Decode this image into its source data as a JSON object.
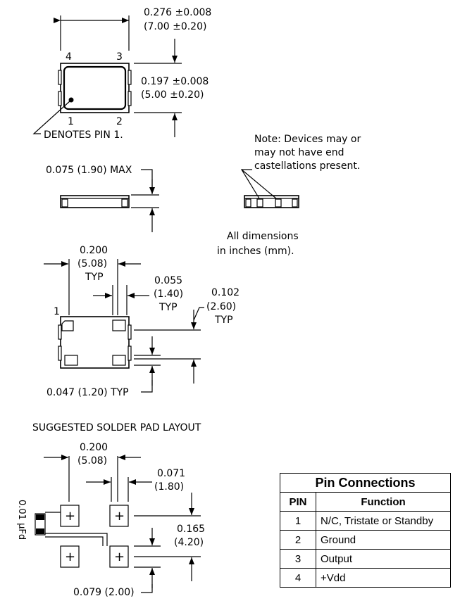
{
  "top_view": {
    "width_in": "0.276 ±0.008",
    "width_mm": "(7.00 ±0.20)",
    "height_in": "0.197 ±0.008",
    "height_mm": "(5.00 ±0.20)",
    "pin_4": "4",
    "pin_3": "3",
    "pin_1": "1",
    "pin_2": "2",
    "pin1_note": "DENOTES PIN 1."
  },
  "side_view": {
    "max_height": "0.075 (1.90) MAX",
    "note_line1": "Note:  Devices may or",
    "note_line2": "may not have end",
    "note_line3": "castellations present."
  },
  "dims_note": {
    "line1": "All dimensions",
    "line2": "in inches (mm)."
  },
  "bottom_view": {
    "pitch_in": "0.200",
    "pitch_mm": "(5.08)",
    "pitch_typ": "TYP",
    "pad_w_in": "0.055",
    "pad_w_mm": "(1.40)",
    "pad_w_typ": "TYP",
    "pad_pitch_v_in": "0.102",
    "pad_pitch_v_mm": "(2.60)",
    "pad_pitch_v_typ": "TYP",
    "pad_h": "0.047 (1.20) TYP",
    "pin_1": "1"
  },
  "solder_layout": {
    "title": "SUGGESTED SOLDER PAD LAYOUT",
    "pitch_in": "0.200",
    "pitch_mm": "(5.08)",
    "pad_w_in": "0.071",
    "pad_w_mm": "(1.80)",
    "pad_pitch_v_in": "0.165",
    "pad_pitch_v_mm": "(4.20)",
    "pad_h": "0.079 (2.00)",
    "cap_label": "0.01 µFd",
    "pad_marker": "+"
  },
  "pin_table": {
    "title": "Pin Connections",
    "col_pin": "PIN",
    "col_function": "Function",
    "rows": [
      {
        "pin": "1",
        "function": "N/C, Tristate or Standby"
      },
      {
        "pin": "2",
        "function": "Ground"
      },
      {
        "pin": "3",
        "function": "Output"
      },
      {
        "pin": "4",
        "function": "+Vdd"
      }
    ]
  }
}
